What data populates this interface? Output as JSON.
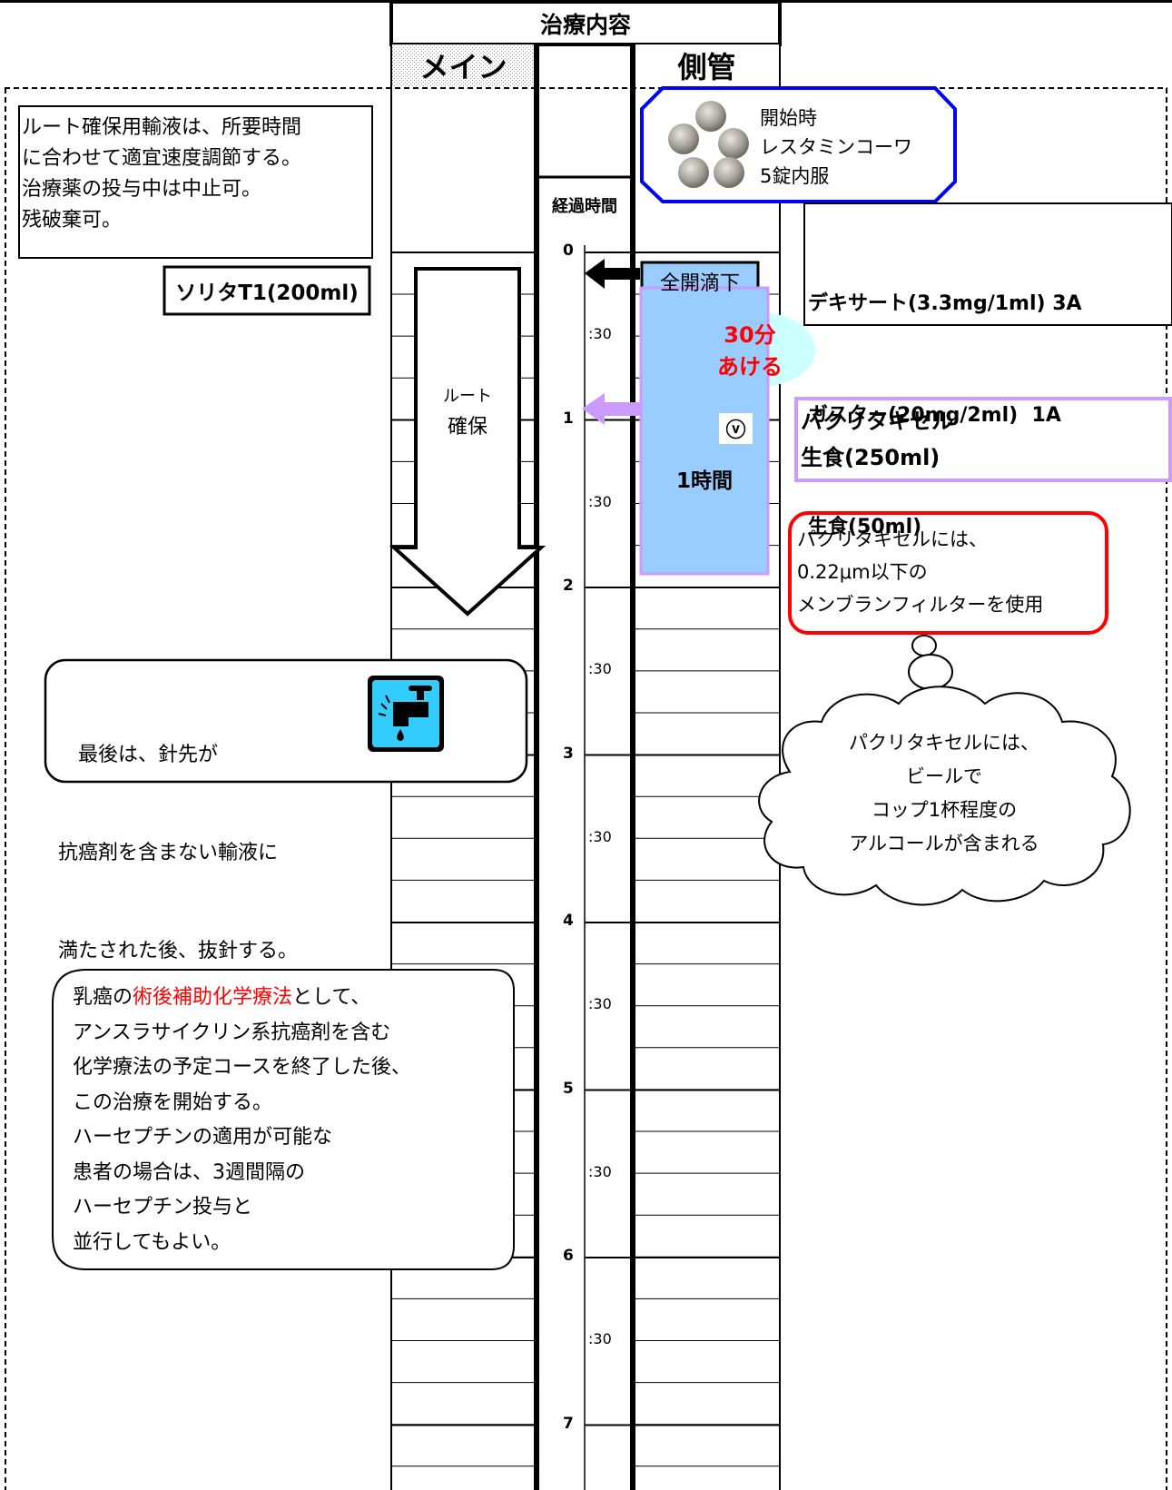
{
  "header": {
    "title": "治療内容",
    "main_label": "メイン",
    "side_label": "側管",
    "elapsed_label": "経過時間"
  },
  "timeline": {
    "hours": [
      "0",
      "1",
      "2",
      "3",
      "4",
      "5",
      "6",
      "7"
    ],
    "half_label": ":30"
  },
  "notes": {
    "route_note": [
      "ルート確保用輸液は、所要時間",
      "に合わせて適宜速度調節する。",
      "治療薬の投与中は中止可。",
      "残破棄可。"
    ],
    "solita": "ソリタT1(200ml)",
    "route_arrow": [
      "ルート",
      "確保"
    ],
    "premed": [
      "開始時",
      "レスタミンコーワ",
      "5錠内服"
    ],
    "drip": [
      "デキサート(3.3mg/1ml) 3A",
      "ガスター(20mg/2ml)  1A",
      "生食(50ml)"
    ],
    "full_open": "全開滴下",
    "wait": [
      "30分",
      "あける"
    ],
    "v_mark": "ⓥ",
    "one_hour": "1時間",
    "paclitaxel": [
      "パクリタキセル",
      "生食(250ml)"
    ],
    "filter": [
      "パクリタキセルには、",
      "0.22μm以下の",
      "メンブランフィルターを使用"
    ],
    "alcohol": [
      "パクリタキセルには、",
      "ビールで",
      "コップ1杯程度の",
      "アルコールが含まれる"
    ],
    "end_note": [
      "　最後は、針先が",
      "抗癌剤を含まない輸液に",
      "満たされた後、抜針する。"
    ],
    "bc_pre": "乳癌の",
    "bc_red": "術後補助化学療法",
    "bc_post": "として、",
    "bc_rest": [
      "アンスラサイクリン系抗癌剤を含む",
      "化学療法の予定コースを終了した後、",
      "この治療を開始する。",
      "ハーセプチンの適用が可能な",
      "患者の場合は、3週間隔の",
      "ハーセプチン投与と",
      "並行してもよい。"
    ]
  },
  "colors": {
    "red": "#ff0000",
    "blue_fill": "#99ccff",
    "lavender": "#cc99ff",
    "cyan": "#ccffff",
    "navy": "#0000ff",
    "faucet_bg": "#33ccff"
  }
}
